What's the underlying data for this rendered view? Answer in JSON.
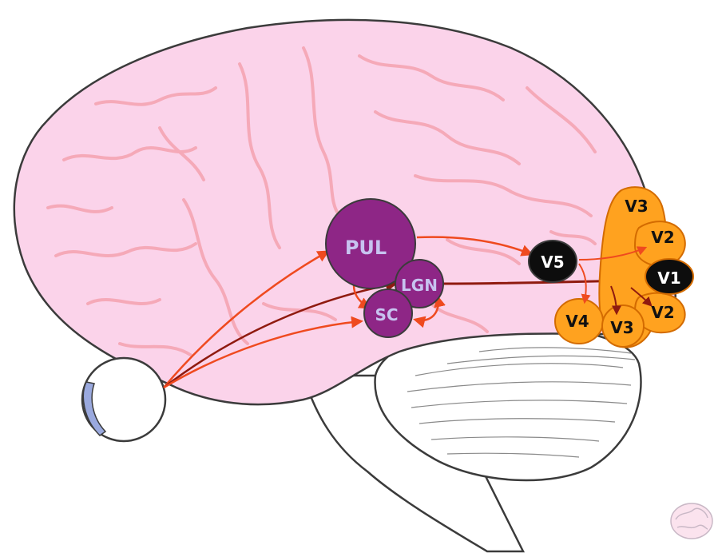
{
  "colors": {
    "cortex_fill": "#fbd3ea",
    "cortex_outline": "#3b3b3b",
    "gyri_lines": "#f5a9b8",
    "subcortical_fill": "#8e2686",
    "subcortical_label": "#c7c3f0",
    "motion_area_fill": "#0d0d0d",
    "visual_cortex_fill": "#ffa21f",
    "visual_cortex_outline": "#d36b00",
    "arrow_bright": "#ef4a1f",
    "arrow_dark": "#8f1a0f",
    "eye_iris": "#9aa9de",
    "cerebellum_fill": "#ffffff"
  },
  "nodes": {
    "pul": {
      "label": "PUL"
    },
    "lgn": {
      "label": "LGN"
    },
    "sc": {
      "label": "SC"
    },
    "v5": {
      "label": "V5"
    },
    "v1": {
      "label": "V1"
    },
    "v2_upper": {
      "label": "V2"
    },
    "v2_lower": {
      "label": "V2"
    },
    "v3_upper": {
      "label": "V3"
    },
    "v3_lower": {
      "label": "V3"
    },
    "v4": {
      "label": "V4"
    }
  },
  "icons": {
    "eye": "eye-icon",
    "logo": "brain-logo-icon"
  }
}
